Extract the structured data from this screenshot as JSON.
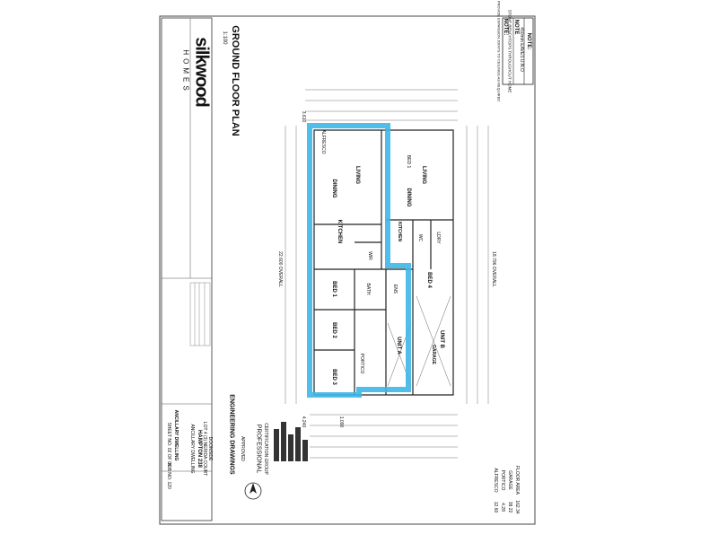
{
  "document": {
    "title": "GROUND FLOOR PLAN",
    "scale": "1:100",
    "brand": "silkwood",
    "brand_sub": "HOMES",
    "stamp_drawing": "ENGINEERING DRAWINGS",
    "stamp_line": "PROFESSIONAL",
    "stamp_line2": "CERTIFICATION GROUP",
    "stamp_approved": "APPROVED",
    "project_name": "HAMPTON 238",
    "project_sub": "ANCILLARY DWELLING",
    "address": "LOT 4 (3) NERIDA COURT",
    "suburb": "DOONSIDE",
    "dwelling": "ANCILLARY DWELLING",
    "job_no": "JOB NO: 120",
    "sheet_no": "SHEET NO: 02 OF 06"
  },
  "notes": [
    {
      "heading": "NOTE:",
      "text": "450mm EAVES U.N.O"
    },
    {
      "heading": "NOTE",
      "text": "STONE BENCHTOPS THROUGHOUT HOME"
    },
    {
      "heading": "NOTE:",
      "text": "PROVIDE EXPANSION JOINTS TO CEILINGS AS REQUIRED"
    }
  ],
  "rooms": {
    "living_1": "LIVING",
    "dining_1": "DINING",
    "kitchen_1": "KITCHEN",
    "bed_1": "BED 1",
    "bed_2": "BED 2",
    "bed_3": "BED 3",
    "bed_4": "BED 4",
    "wir": "WIR",
    "bath": "BATH",
    "ens": "ENS",
    "wc": "WC",
    "ldry": "LDRY",
    "garage": "GARAGE",
    "alfresco": "ALFRESCO",
    "portico": "PORTICO",
    "unit_a": "UNIT A",
    "unit_b": "UNIT B",
    "living_2": "LIVING",
    "dining_2": "DINING",
    "kitchen_2": "KITCHEN",
    "bed_5": "BED 1"
  },
  "area_table": [
    {
      "label": "FLOOR AREA",
      "value": "162.34"
    },
    {
      "label": "GARAGE",
      "value": "38.22"
    },
    {
      "label": "PORTICO",
      "value": "4.28"
    },
    {
      "label": "ALFRESCO",
      "value": "12.60"
    }
  ],
  "dimensions": {
    "top_total": "22.600 OVERALL",
    "bottom_total": "18.796 OVERALL",
    "side_a": "3.610",
    "side_b": "4.240",
    "side_c": "1.090"
  },
  "colors": {
    "highlight": "#3db7e6",
    "wall": "#222222",
    "line": "#555555",
    "paper": "#ffffff"
  },
  "icons": [
    "north-arrow-icon"
  ]
}
